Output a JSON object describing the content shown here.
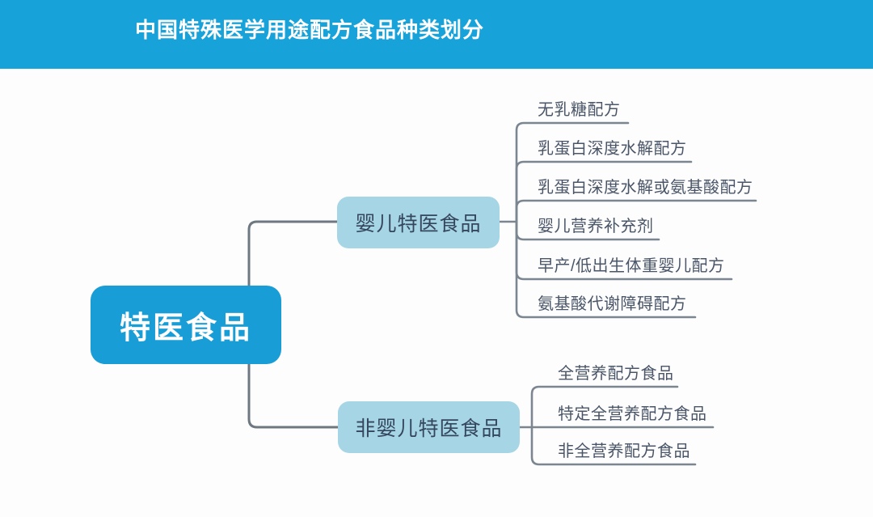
{
  "header": {
    "title": "中国特殊医学用途配方食品种类划分"
  },
  "root": {
    "label": "特医食品"
  },
  "branches": [
    {
      "label": "婴儿特医食品",
      "children": [
        "无乳糖配方",
        "乳蛋白深度水解配方",
        "乳蛋白深度水解或氨基酸配方",
        "婴儿营养补充剂",
        "早产/低出生体重婴儿配方",
        "氨基酸代谢障碍配方"
      ]
    },
    {
      "label": "非婴儿特医食品",
      "children": [
        "全营养配方食品",
        "特定全营养配方食品",
        "非全营养配方食品"
      ]
    }
  ],
  "colors": {
    "header_bg": "#17a2da",
    "root_fill": "#189dd6",
    "root_text": "#ffffff",
    "branch_fill": "#a6d6e6",
    "branch_text": "#35465c",
    "leaf_text": "#4a5668",
    "connector": "#7b8690",
    "connector_dark": "#6e7881",
    "canvas_bg": "#fdfdfe"
  }
}
